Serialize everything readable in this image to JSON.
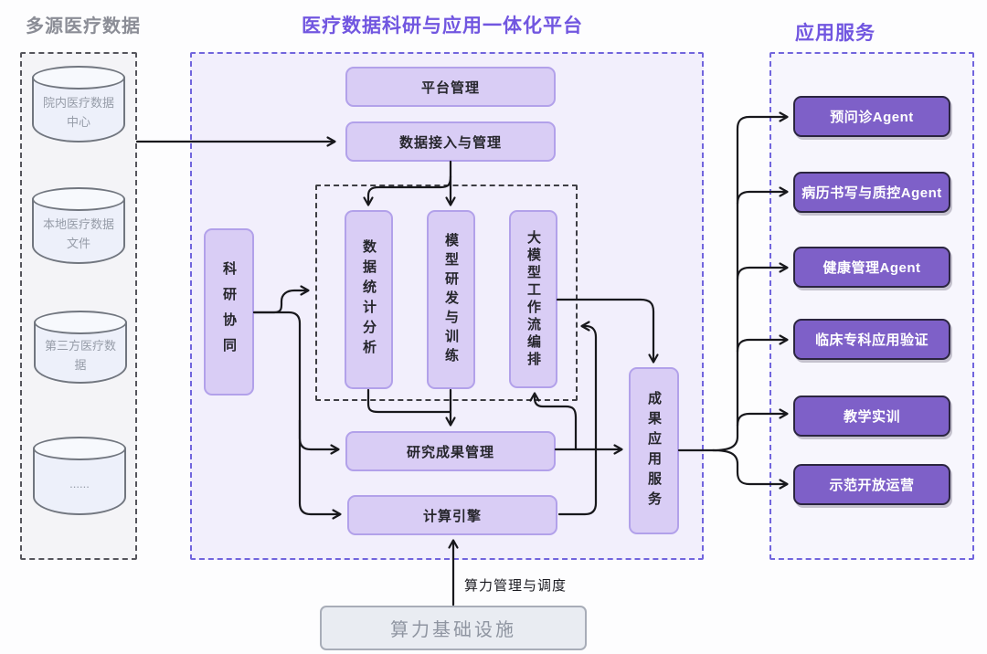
{
  "left_panel": {
    "title": "多源医疗数据",
    "sources": [
      {
        "label": "院内医疗数据中心"
      },
      {
        "label": "本地医疗数据文件"
      },
      {
        "label": "第三方医疗数据"
      },
      {
        "label": "......"
      }
    ]
  },
  "platform": {
    "title": "医疗数据科研与应用一体化平台",
    "modules": {
      "platform_mgmt": "平台管理",
      "data_ingest": "数据接入与管理",
      "research_collab": "科研协同",
      "data_stats": "数据统计分析",
      "model_dev": "模型研发与训练",
      "llm_workflow": "大模型工作流编排",
      "research_results": "研究成果管理",
      "compute_engine": "计算引擎",
      "results_app_service": "成果应用服务"
    }
  },
  "services": {
    "title": "应用服务",
    "items": [
      {
        "label": "预问诊Agent"
      },
      {
        "label": "病历书写与质控Agent"
      },
      {
        "label": "健康管理Agent"
      },
      {
        "label": "临床专科应用验证"
      },
      {
        "label": "教学实训"
      },
      {
        "label": "示范开放运营"
      }
    ]
  },
  "infrastructure": {
    "label": "算力基础设施",
    "arrow_label": "算力管理与调度"
  },
  "colors": {
    "title_purple": "#7156e0",
    "panel_dash_purple": "#7165dd",
    "dark_box_fill": "#7e60c8",
    "dark_box_border": "#2b2540",
    "light_box_fill": "#d9cdf5",
    "light_box_border": "#b2a1ea",
    "left_title_gray": "#8b8d96",
    "cylinder_fill": "#edf0fa",
    "arrow_color": "#18181c"
  }
}
